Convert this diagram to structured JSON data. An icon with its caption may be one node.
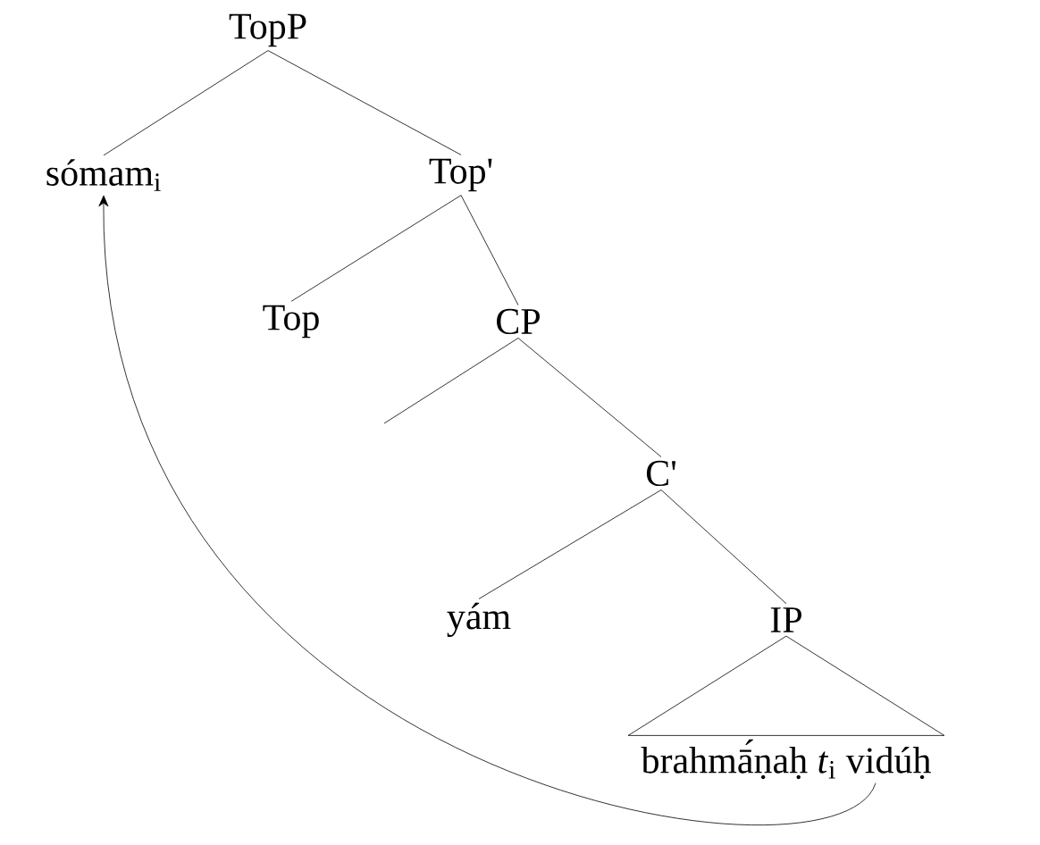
{
  "diagram": {
    "nodes": [
      {
        "text": [
          "TopP"
        ]
      },
      {
        "text": [
          "sómam$_{i}$"
        ]
      },
      {
        "text": [
          "Top'"
        ]
      },
      {
        "text": [
          "Top"
        ]
      },
      {
        "text": [
          "CP"
        ]
      },
      {
        "text": [
          "C'"
        ]
      },
      {
        "text": [
          "yám"
        ]
      },
      {
        "text": [
          "IP"
        ]
      },
      {
        "text": [
          "brahmā́ṇaḥ *t*$_{i}$ vidúḥ"
        ]
      }
    ],
    "edges": [
      {
        "from": 0,
        "to": 1,
        "arrow": "none"
      },
      {
        "from": 0,
        "to": 2,
        "arrow": "none"
      },
      {
        "from": 2,
        "to": 3,
        "arrow": "none"
      },
      {
        "from": 2,
        "to": 4,
        "arrow": "none"
      },
      {
        "from": 4,
        "to": null,
        "arrow": "none"
      },
      {
        "from": 4,
        "to": 5,
        "arrow": "none"
      },
      {
        "from": 5,
        "to": 6,
        "arrow": "none"
      },
      {
        "from": 5,
        "to": 7,
        "arrow": "none"
      },
      {
        "from": 7,
        "to": 8,
        "arrow": "none"
      },
      {
        "from": 8,
        "to": 1,
        "arrow": "to"
      }
    ]
  }
}
